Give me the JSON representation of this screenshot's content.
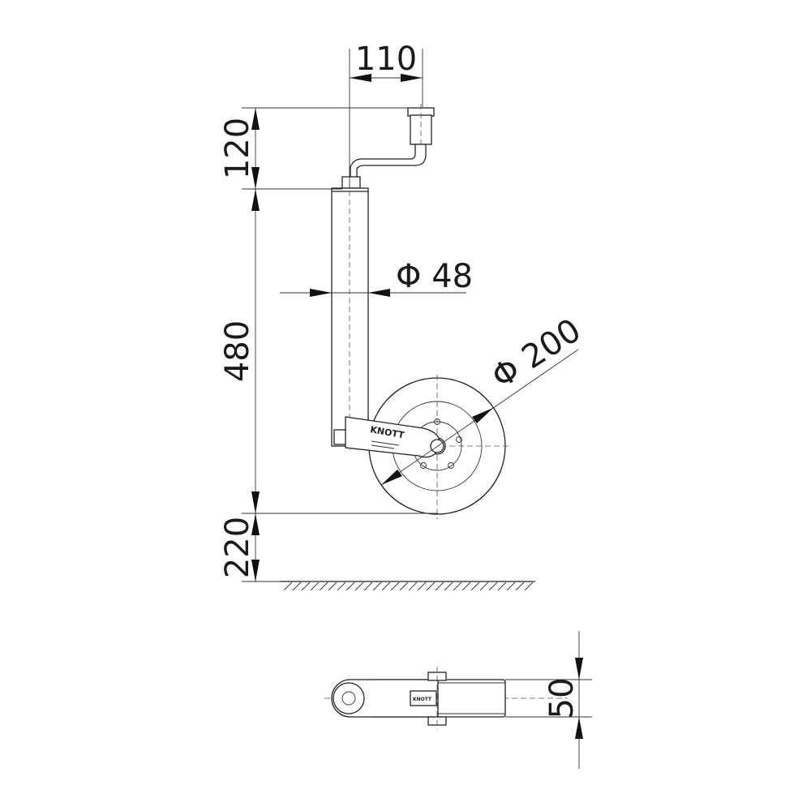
{
  "dimensions": {
    "crank_offset": "110",
    "crank_height": "120",
    "tube_length": "480",
    "ground_clearance": "220",
    "tube_diameter": "Φ 48",
    "wheel_diameter": "Φ 200",
    "wheel_width": "50"
  },
  "brand": {
    "name": "KNOTT",
    "name_small": "KNOTT"
  },
  "icons": {
    "ground": "ground-hatch-icon"
  }
}
